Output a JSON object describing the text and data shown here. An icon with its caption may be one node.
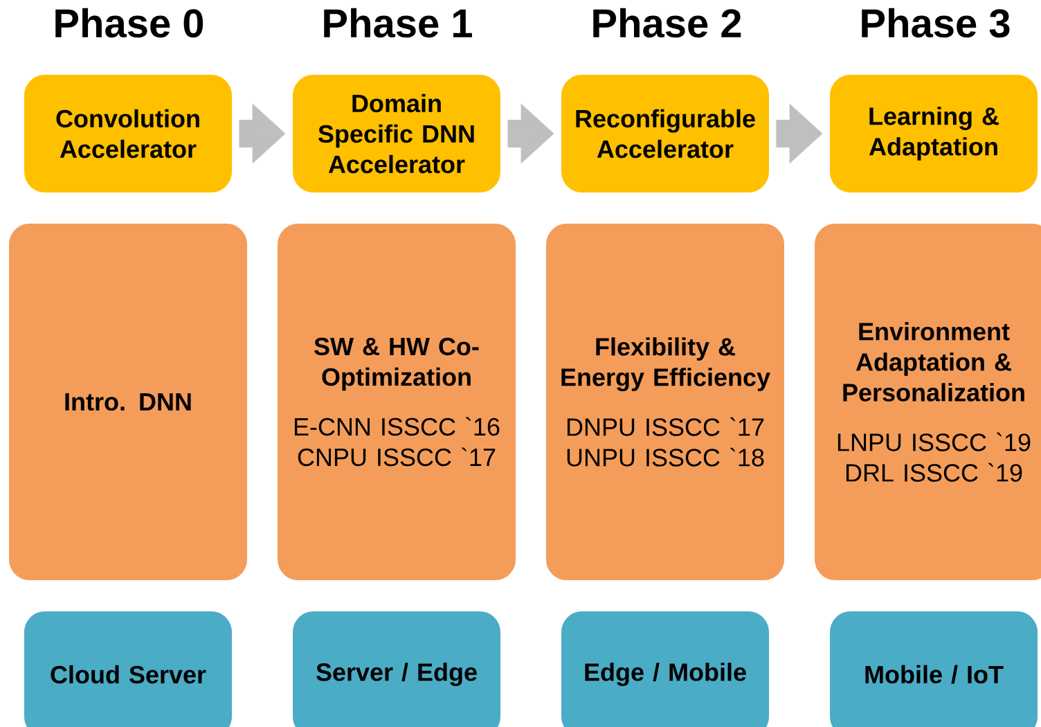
{
  "diagram": {
    "nodes": [
      {
        "text": [
          "Convolution Accelerator"
        ]
      },
      {
        "text": [
          "Domain Specific DNN Accelerator"
        ]
      },
      {
        "text": [
          "Reconfigurable Accelerator"
        ]
      },
      {
        "text": [
          "Learning & Adaptation"
        ]
      },
      {
        "text": [
          "Intro. DNN"
        ]
      },
      {
        "text": [
          "SW & HW Co-Optimization",
          "E-CNN ISSCC `16",
          "CNPU ISSCC `17"
        ]
      },
      {
        "text": [
          "Flexibility & Energy Efficiency",
          "DNPU ISSCC `17",
          "UNPU ISSCC `18"
        ]
      },
      {
        "text": [
          "Environment Adaptation & Personalization",
          "LNPU ISSCC `19",
          "DRL ISSCC `19"
        ]
      },
      {
        "text": [
          "Cloud Server"
        ]
      },
      {
        "text": [
          "Server / Edge"
        ]
      },
      {
        "text": [
          "Edge / Mobile"
        ]
      },
      {
        "text": [
          "Mobile / IoT"
        ]
      }
    ],
    "edges": [
      {
        "from": 0,
        "to": 1,
        "arrow": "to"
      },
      {
        "from": 1,
        "to": 2,
        "arrow": "to"
      },
      {
        "from": 2,
        "to": 3,
        "arrow": "to"
      }
    ],
    "labels": [
      "Phase 0",
      "Phase 1",
      "Phase 2",
      "Phase 3"
    ]
  }
}
